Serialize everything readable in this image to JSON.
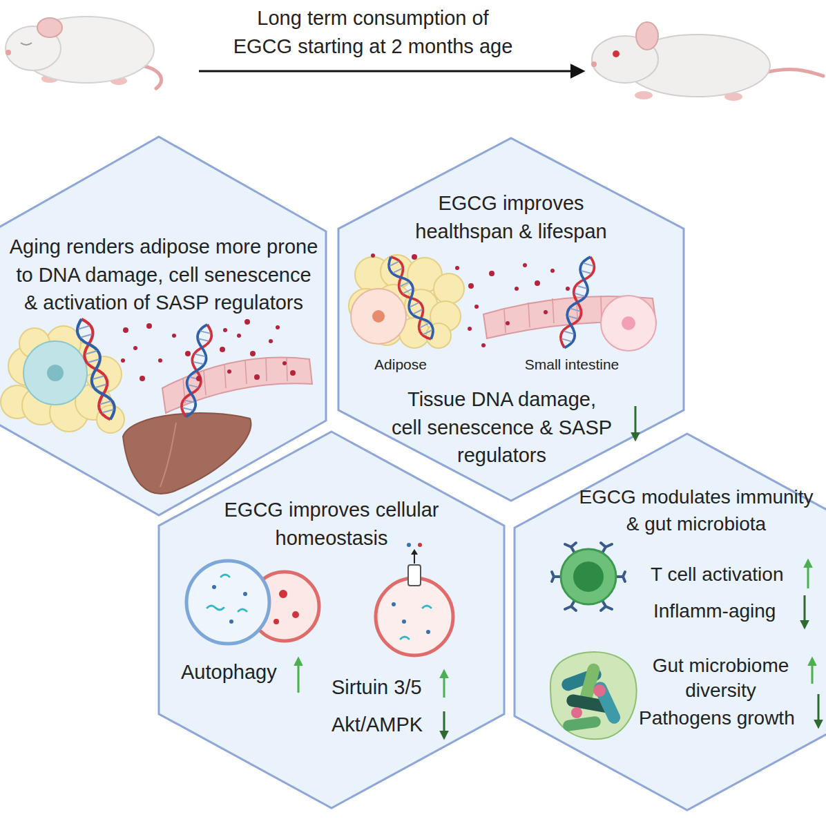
{
  "diagram": {
    "nodes": [
      {
        "text": [
          "Aging renders adipose more prone to DNA damage, cell senescence & activation of SASP regulators"
        ]
      },
      {
        "text": [
          "EGCG improves healthspan & lifespan",
          "Tissue DNA damage, cell senescence & SASP regulators"
        ]
      },
      {
        "text": [
          "EGCG improves cellular homeostasis"
        ]
      },
      {
        "text": [
          "EGCG modulates immunity & gut microbiota"
        ]
      }
    ],
    "labels": [
      "Long term consumption of EGCG starting at 2 months age",
      "Adipose",
      "Small intestine",
      "Autophagy",
      "Sirtuin 3/5",
      "Akt/AMPK",
      "T cell activation",
      "Inflamm-aging",
      "Gut microbiome diversity",
      "Pathogens growth"
    ]
  }
}
